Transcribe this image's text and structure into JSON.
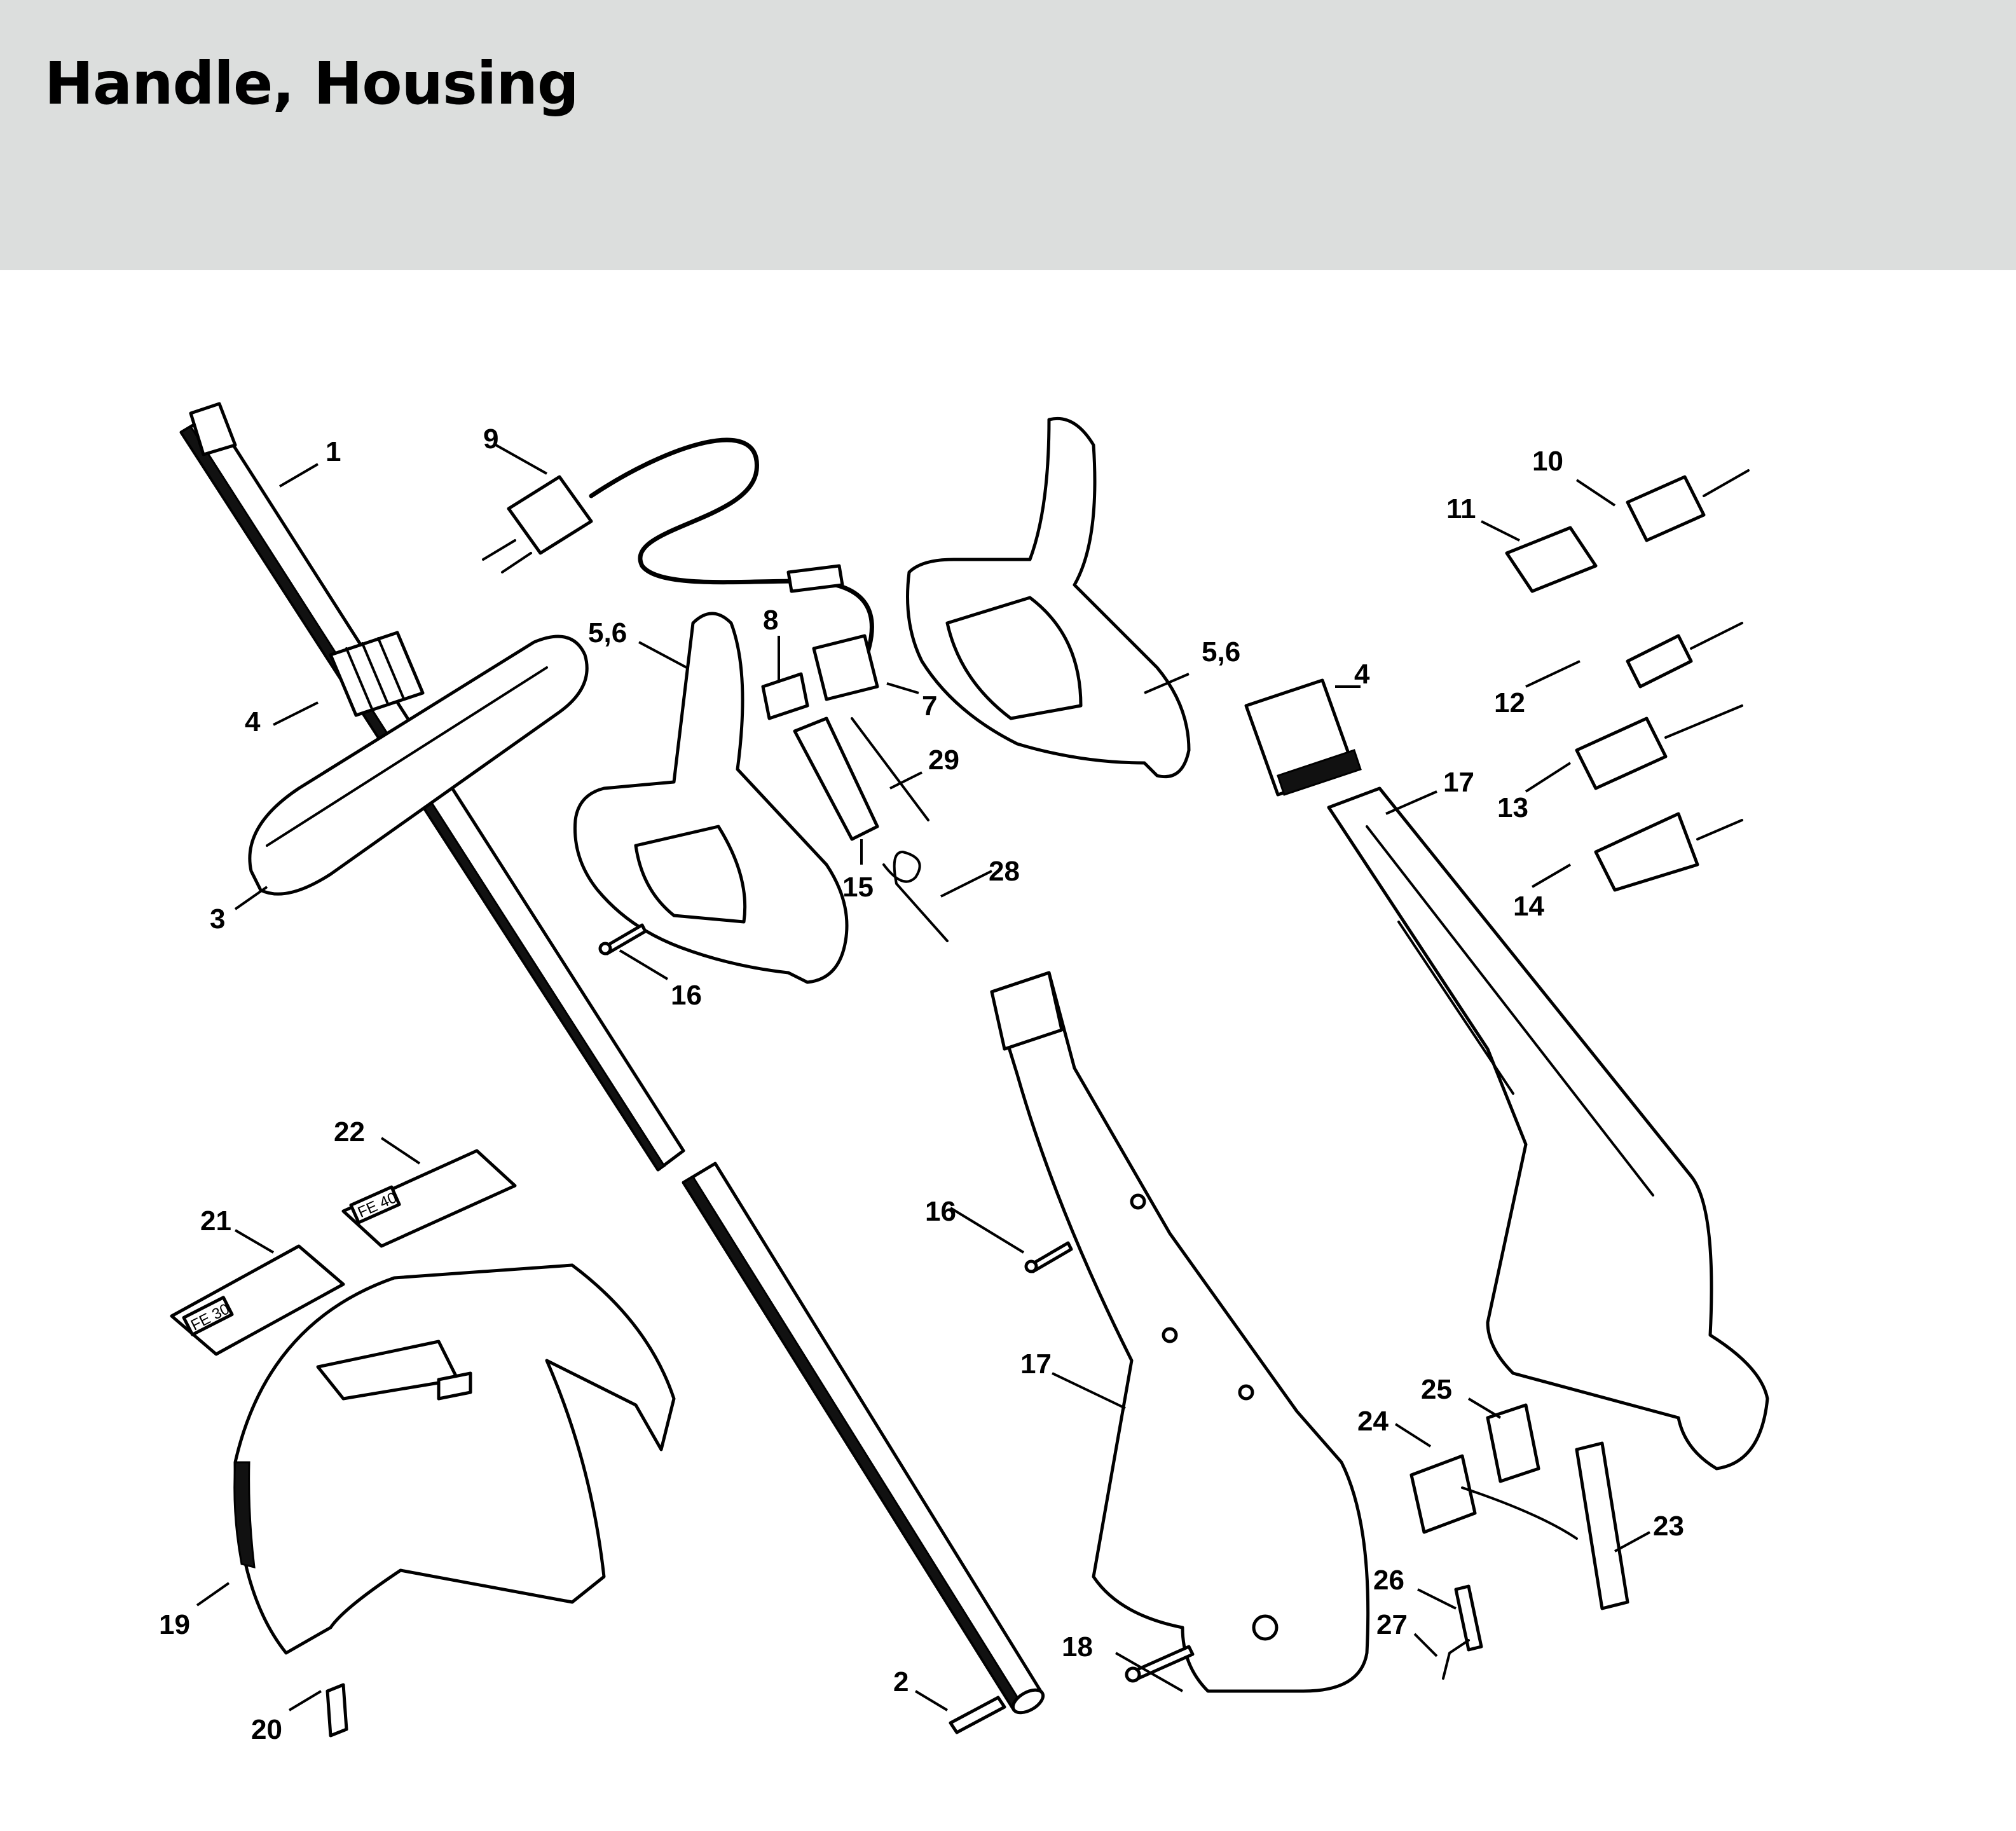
{
  "header": {
    "title": "Handle, Housing"
  },
  "callouts": {
    "c1": "1",
    "c2": "2",
    "c3": "3",
    "c4a": "4",
    "c4b": "4",
    "c56a": "5,6",
    "c56b": "5,6",
    "c7": "7",
    "c8": "8",
    "c9": "9",
    "c10": "10",
    "c11": "11",
    "c12": "12",
    "c13": "13",
    "c14": "14",
    "c15": "15",
    "c16a": "16",
    "c16b": "16",
    "c17a": "17",
    "c17b": "17",
    "c18": "18",
    "c19": "19",
    "c20": "20",
    "c21": "21",
    "c22": "22",
    "c23": "23",
    "c24": "24",
    "c25": "25",
    "c26": "26",
    "c27": "27",
    "c28": "28",
    "c29": "29"
  },
  "labels": {
    "decal_small": "FE 30",
    "decal_large": "FE 40"
  }
}
